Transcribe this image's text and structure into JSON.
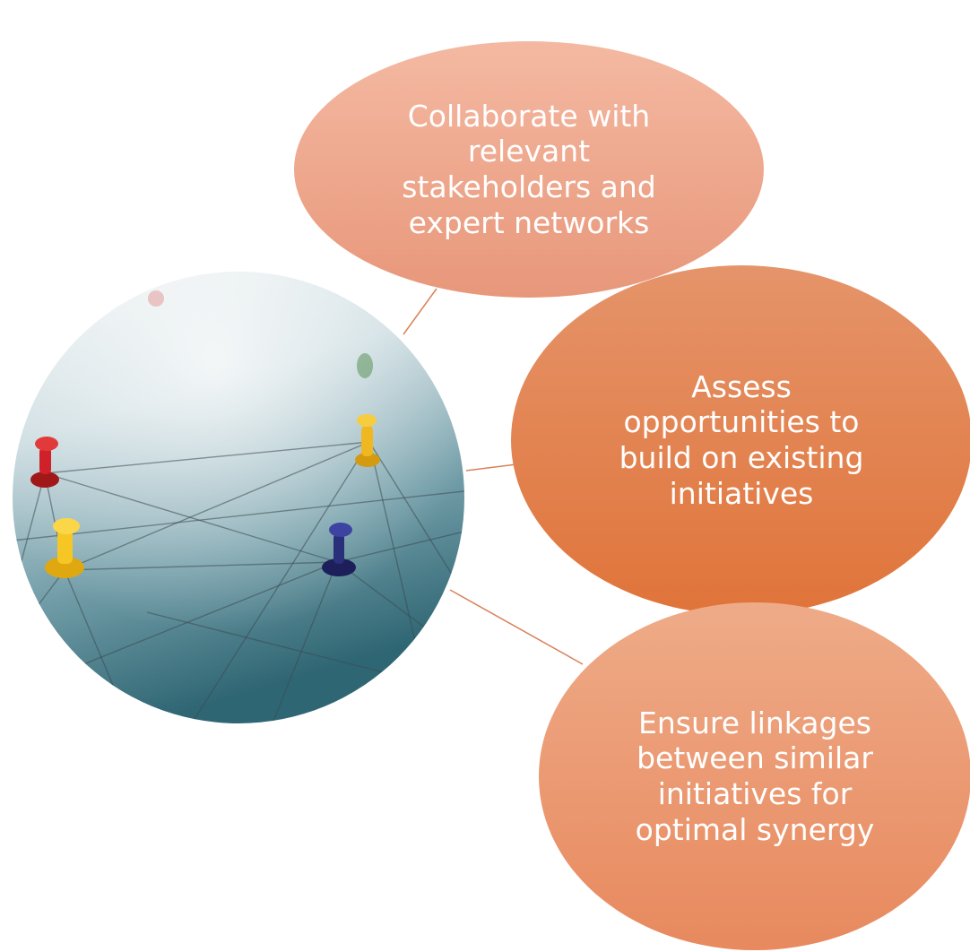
{
  "diagram": {
    "nodes": [
      {
        "id": "collaborate",
        "label": "Collaborate with relevant stakeholders and expert networks"
      },
      {
        "id": "assess",
        "label": "Assess opportunities to build on existing initiatives"
      },
      {
        "id": "ensure",
        "label": "Ensure linkages between similar initiatives for optimal synergy"
      }
    ],
    "center_image": {
      "icon": "network-pushpins-photo"
    },
    "colors": {
      "bubble_top": "#f0a98c",
      "bubble_middle": "#e07a42",
      "bubble_bottom": "#ec9a72",
      "connector": "#d9825a",
      "text": "#ffffff"
    }
  }
}
